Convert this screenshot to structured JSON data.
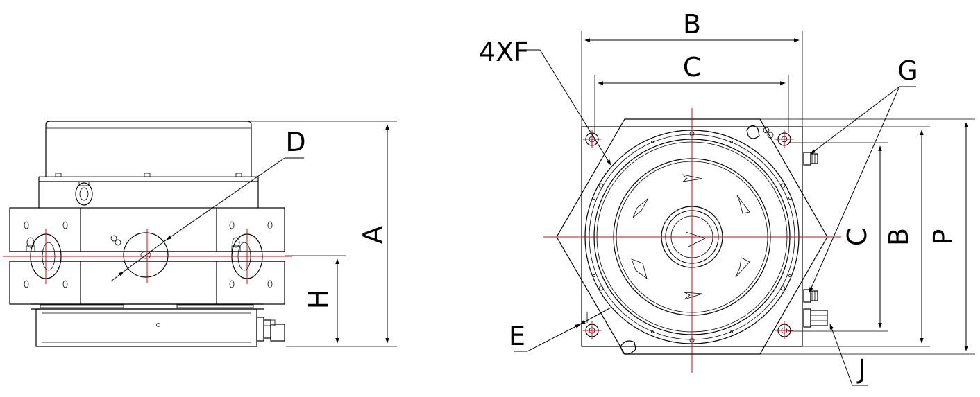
{
  "labels": {
    "A": "A",
    "H": "H",
    "D": "D",
    "B_top": "B",
    "C_top": "C",
    "F": "4XF",
    "G": "G",
    "E": "E",
    "J": "J",
    "C_side": "C",
    "B_side": "B",
    "P": "P"
  }
}
